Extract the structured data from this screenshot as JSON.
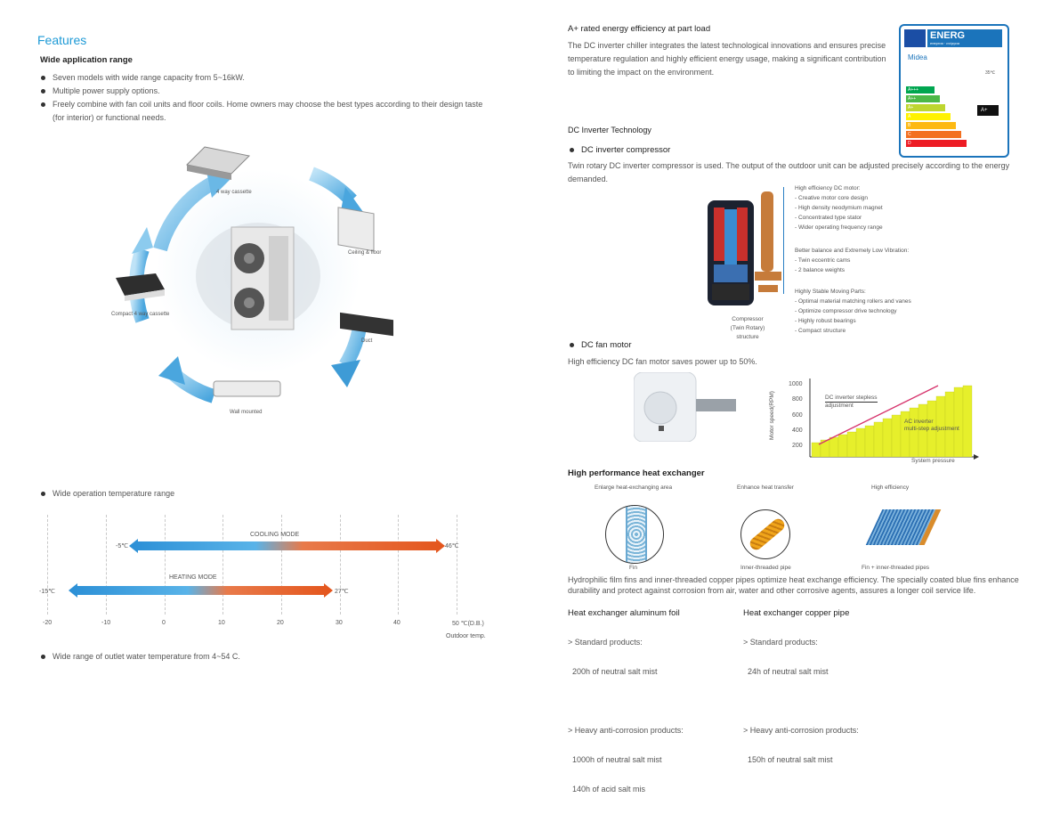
{
  "left": {
    "title": "Features",
    "wide_app": {
      "heading": "Wide application range",
      "bullets": [
        "Seven models with wide range capacity from 5~16kW.",
        "Multiple power supply options.",
        "Freely combine with fan coil units and floor coils. Home owners may choose the best types according to their design taste",
        "(for interior) or functional needs."
      ]
    },
    "cycle": {
      "units": [
        "4 way cassette",
        "Ceiling & floor",
        "Duct",
        "Wall mounted",
        "Compact 4 way cassette"
      ]
    },
    "temp_bullet": "Wide operation temperature range",
    "temp_chart": {
      "ticks": [
        "-20",
        "-10",
        "0",
        "10",
        "20",
        "30",
        "40",
        "50 ℃(D.B.)"
      ],
      "unit_label": "Outdoor temp.",
      "cooling": {
        "label": "COOLING MODE",
        "min_label": "-5℃",
        "max_label": "46℃"
      },
      "heating": {
        "label": "HEATING MODE",
        "min_label": "-15℃",
        "max_label": "27℃"
      }
    },
    "water_bullet": "Wide range of outlet water temperature from 4~54 C."
  },
  "right": {
    "aplus": {
      "heading": "A+ rated energy efficiency at part load",
      "text": "The DC inverter chiller integrates the latest technological innovations and ensures precise temperature regulation and highly efficient energy usage, making a significant contribution to limiting the impact on the environment."
    },
    "label": {
      "energ": "ENERG",
      "sub": "енергия · ενέργεια",
      "brand": "Midea",
      "temp": "35℃",
      "classes": [
        "A+++",
        "A++",
        "A+",
        "A",
        "B",
        "C",
        "D"
      ],
      "colors": [
        "#00a650",
        "#4cb848",
        "#bed630",
        "#fff200",
        "#fdb913",
        "#f37021",
        "#ed1c24"
      ],
      "rating": "A+"
    },
    "dc_tech": "DC Inverter Technology",
    "compressor": {
      "heading": "DC inverter compressor",
      "text": "Twin rotary DC inverter compressor is used. The output of the outdoor unit can be adjusted precisely according to the energy demanded.",
      "caption1": "Compressor",
      "caption2": "(Twin Rotary) structure",
      "groups": [
        {
          "title": "High efficiency DC motor:",
          "items": [
            "- Creative motor core design",
            "- High density neodymium magnet",
            "- Concentrated type stator",
            "- Wider operating frequency range"
          ]
        },
        {
          "title": "Better balance and Extremely Low Vibration:",
          "items": [
            "- Twin eccentric cams",
            "- 2 balance weights"
          ]
        },
        {
          "title": "Highly Stable Moving Parts:",
          "items": [
            "- Optimal material matching rollers and vanes",
            "- Optimize compressor drive technology",
            "- Highly robust bearings",
            "- Compact structure"
          ]
        }
      ]
    },
    "fan": {
      "heading": "DC fan motor",
      "text": "High efficiency DC fan motor saves power up to 50%.",
      "chart": {
        "ylabel": "Motor speed(RPM)",
        "xlabel": "System pressure",
        "yticks": [
          "1000",
          "800",
          "600",
          "400",
          "200"
        ],
        "line_label1": "DC inverter stepless",
        "line_label2": "adjustment",
        "step_label1": "AC inverter",
        "step_label2": "multi-step adjustment"
      }
    },
    "hx": {
      "heading": "High performance heat exchanger",
      "cols": [
        {
          "top": "Enlarge heat-exchanging area",
          "bottom": "Fin"
        },
        {
          "top": "Enhance heat transfer",
          "bottom": "Inner-threaded pipe"
        },
        {
          "top": "High efficiency",
          "bottom": "Fin + inner-threaded  pipes"
        }
      ],
      "text": "Hydrophilic film fins and inner-threaded copper pipes optimize heat exchange efficiency. The specially coated blue fins enhance durability and protect against corrosion from air, water and other corrosive agents, assures a longer coil service life.",
      "alu": {
        "title": "Heat exchanger aluminum foil",
        "lines": [
          "> Standard products:",
          "  200h of neutral salt mist",
          "",
          "> Heavy anti-corrosion products:",
          "  1000h of neutral salt mist",
          "  140h of acid salt mis"
        ]
      },
      "cu": {
        "title": "Heat exchanger copper pipe",
        "lines": [
          "> Standard products:",
          "  24h of neutral salt mist",
          "",
          "> Heavy anti-corrosion products:",
          "  150h of neutral salt mist"
        ]
      }
    }
  }
}
